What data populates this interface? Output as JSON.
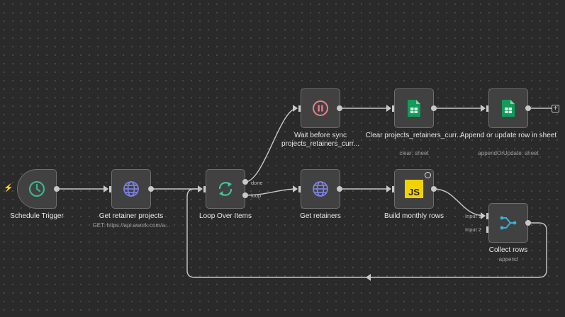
{
  "nodes": {
    "schedule_trigger": {
      "title": "Schedule Trigger",
      "subtitle": ""
    },
    "get_retainer_projects": {
      "title": "Get retainer projects",
      "subtitle": "GET: https://api.awork.com/a..."
    },
    "loop_over_items": {
      "title": "Loop Over Items",
      "subtitle": "",
      "output_done": "done",
      "output_loop": "loop"
    },
    "wait_before_sync": {
      "title": "Wait before sync projects_retainers_curr...",
      "subtitle": ""
    },
    "clear_sheet": {
      "title": "Clear projects_retainers_curr...",
      "subtitle": "clear: sheet"
    },
    "append_or_update": {
      "title": "Append or update row in sheet",
      "subtitle": "appendOrUpdate: sheet"
    },
    "get_retainers": {
      "title": "Get retainers",
      "subtitle": ""
    },
    "build_monthly_rows": {
      "title": "Build monthly rows",
      "subtitle": "",
      "icon_text": "JS"
    },
    "collect_rows": {
      "title": "Collect rows",
      "subtitle": "append",
      "input_1": "Input 1",
      "input_2": "Input 2"
    }
  },
  "add_node_button": "+",
  "colors": {
    "canvas": "#2a2a2a",
    "node_fill": "#414141",
    "connector": "#c8c8c8",
    "trigger_icon": "#3eb489",
    "http_icon": "#7b7fe0",
    "loop_icon": "#3fc7a3",
    "wait_icon": "#ef7d8b",
    "sheets_icon": "#0f9d58",
    "code_icon": "#f0d300",
    "merge_icon": "#3bb0d6",
    "trigger_bolt": "#ff6d5a"
  },
  "icons": [
    "clock-icon",
    "globe-icon",
    "loop-icon",
    "pause-icon",
    "google-sheets-icon",
    "javascript-icon",
    "merge-icon",
    "lightning-icon",
    "refresh-icon"
  ]
}
